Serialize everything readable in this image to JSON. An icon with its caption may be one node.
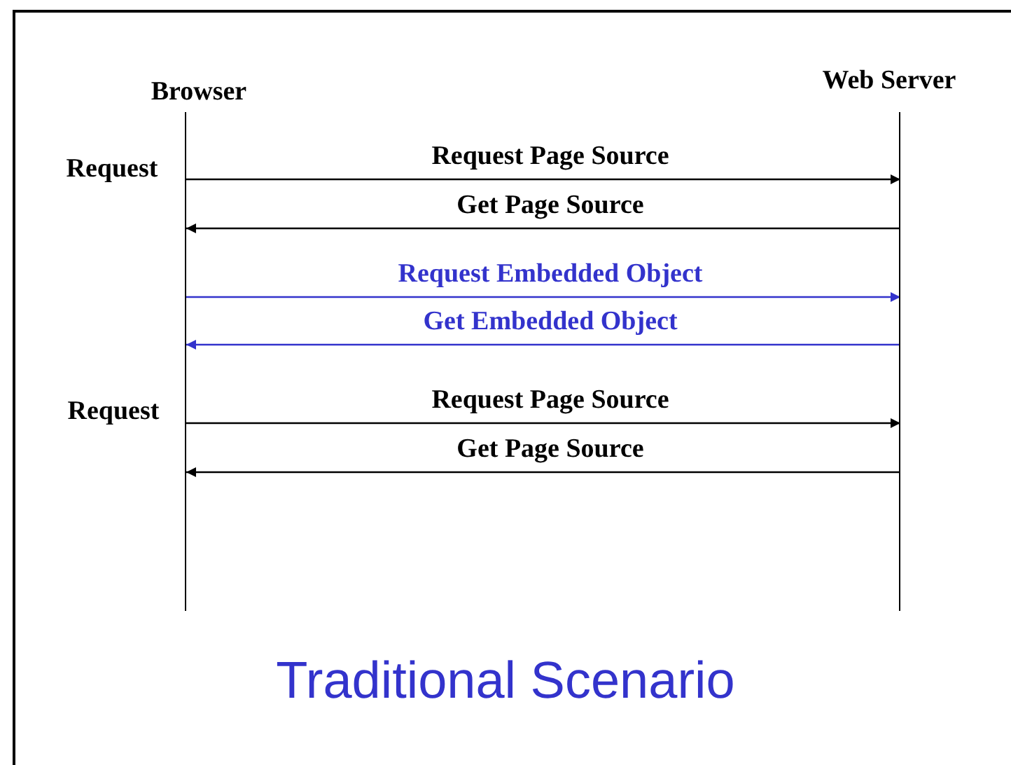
{
  "diagram": {
    "title": "Traditional Scenario",
    "nodes": [
      {
        "text": [
          "Browser"
        ]
      },
      {
        "text": [
          "Web Server"
        ]
      }
    ],
    "edges": [
      {
        "from": 0,
        "to": 1,
        "arrow": "to",
        "label": "Request Page Source"
      },
      {
        "from": 1,
        "to": 0,
        "arrow": "to",
        "label": "Get Page Source"
      },
      {
        "from": 0,
        "to": 1,
        "arrow": "to",
        "label": "Request Embedded Object",
        "color": "#3333cc"
      },
      {
        "from": 1,
        "to": 0,
        "arrow": "to",
        "label": "Get Embedded Object",
        "color": "#3333cc"
      },
      {
        "from": 0,
        "to": 1,
        "arrow": "to",
        "label": "Request Page Source"
      },
      {
        "from": 1,
        "to": 0,
        "arrow": "to",
        "label": "Get Page Source"
      }
    ],
    "labels": [
      "Request",
      "Request"
    ]
  }
}
